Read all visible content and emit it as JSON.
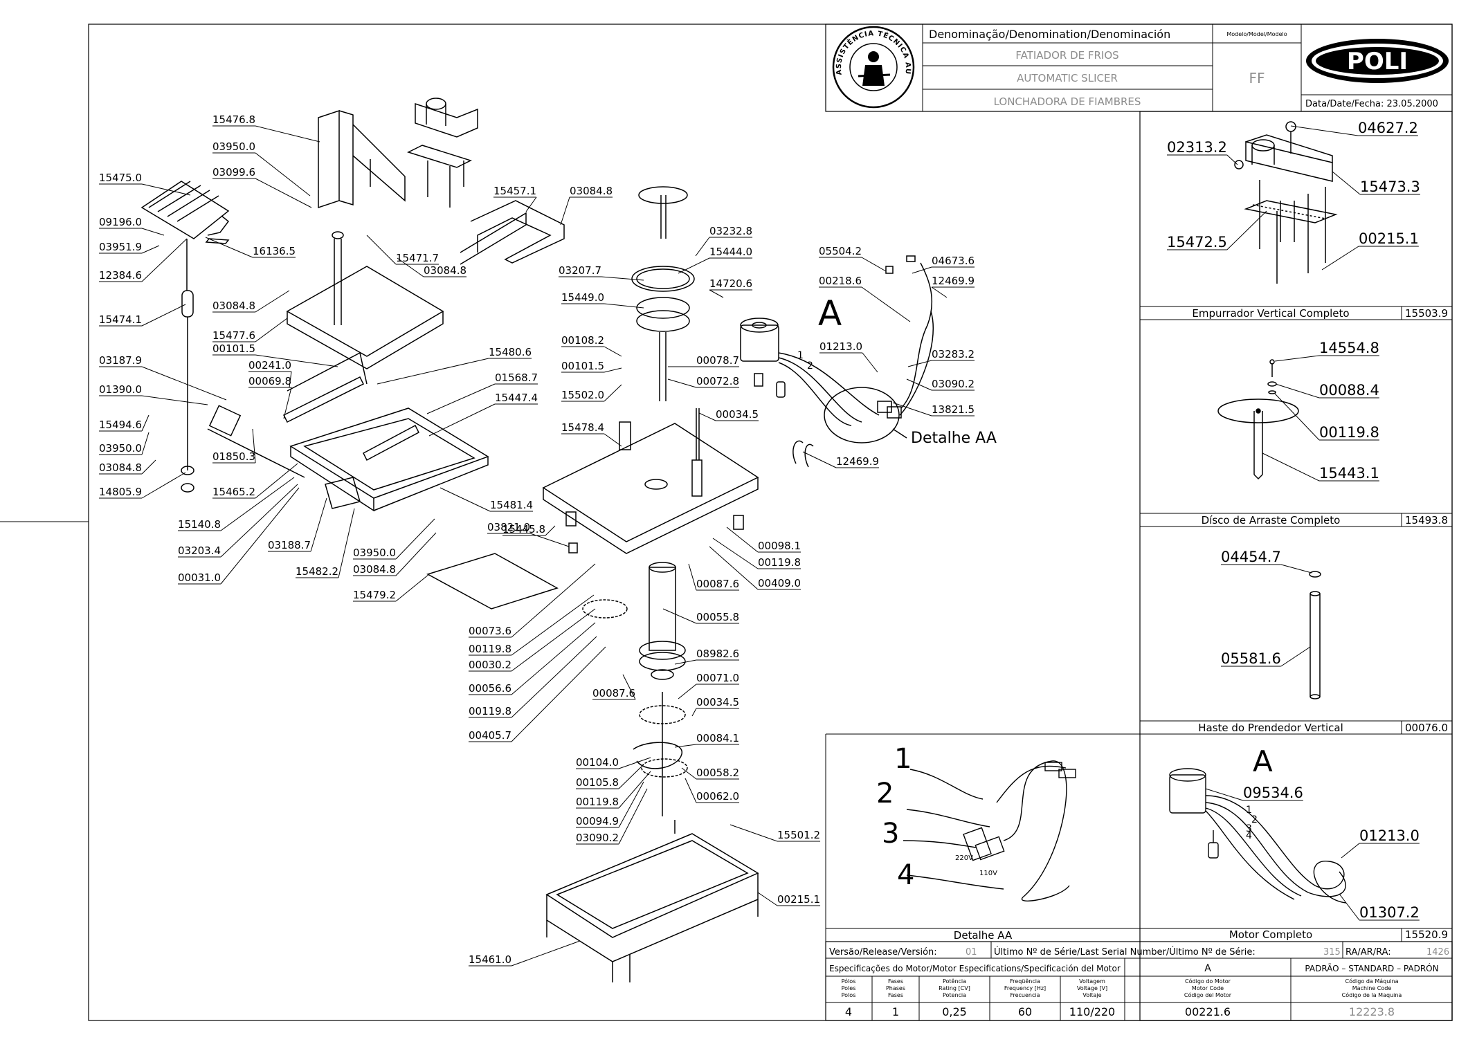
{
  "title_block": {
    "denomination_header": "Denominação/Denomination/Denominación",
    "name_pt": "FATIADOR DE FRIOS",
    "name_en": "AUTOMATIC SLICER",
    "name_es": "LONCHADORA DE FIAMBRES",
    "model_header": "Modelo/Model/Modelo",
    "model": "FF",
    "brand": "POLI",
    "date": "Data/Date/Fecha: 23.05.2000",
    "seal_text": "ASSISTÊNCIA TÉCNICA AUTORIZADA"
  },
  "sub_assemblies": [
    {
      "title": "Empurrador Vertical Completo",
      "code": "15503.9",
      "labels": [
        "02313.2",
        "04627.2",
        "15473.3",
        "15472.5",
        "00215.1"
      ]
    },
    {
      "title": "Dísco de Arraste Completo",
      "code": "15493.8",
      "labels": [
        "14554.8",
        "00088.4",
        "00119.8",
        "15443.1"
      ]
    },
    {
      "title": "Haste do Prendedor Vertical",
      "code": "00076.0",
      "labels": [
        "04454.7",
        "05581.6"
      ]
    },
    {
      "title": "Motor Completo",
      "code": "15520.9",
      "labels": [
        "A",
        "09534.6",
        "01213.0",
        "01307.2",
        "1",
        "2",
        "3",
        "4"
      ]
    }
  ],
  "detail_aa": {
    "title": "Detalhe AA",
    "wire_numbers": [
      "1",
      "2",
      "3",
      "4"
    ],
    "voltage_labels": [
      "220V",
      "110V"
    ]
  },
  "main_labels": {
    "detail_marker": "A",
    "detail_callout": "Detalhe AA",
    "wire_numbers": [
      "1",
      "2"
    ],
    "parts": [
      "15476.8",
      "03950.0",
      "03099.6",
      "15475.0",
      "09196.0",
      "03951.9",
      "12384.6",
      "16136.5",
      "15474.1",
      "03084.8",
      "15477.6",
      "00101.5",
      "00241.0",
      "00069.8",
      "03187.9",
      "01390.0",
      "15494.6",
      "03950.0",
      "03084.8",
      "14805.9",
      "01850.3",
      "15465.2",
      "15140.8",
      "03203.4",
      "00031.0",
      "03188.7",
      "15482.2",
      "03950.0",
      "03084.8",
      "15479.2",
      "15471.7",
      "03084.8",
      "15457.1",
      "03084.8",
      "15480.6",
      "01568.7",
      "15447.4",
      "15481.4",
      "15445.8",
      "03821.0",
      "00073.6",
      "00119.8",
      "00030.2",
      "00056.6",
      "00119.8",
      "00405.7",
      "00087.6",
      "00055.8",
      "08982.6",
      "00071.0",
      "00034.5",
      "00084.1",
      "00104.0",
      "00105.8",
      "00119.8",
      "00094.9",
      "03090.2",
      "00058.2",
      "00062.0",
      "15501.2",
      "00215.1",
      "15461.0",
      "03232.8",
      "15444.0",
      "03207.7",
      "15449.0",
      "14720.6",
      "00108.2",
      "00101.5",
      "15502.0",
      "00078.7",
      "00072.8",
      "15478.4",
      "00034.5",
      "00098.1",
      "00119.8",
      "00409.0",
      "00087.6",
      "05504.2",
      "04673.6",
      "00218.6",
      "12469.9",
      "01213.0",
      "03283.2",
      "03090.2",
      "13821.5",
      "12469.9"
    ]
  },
  "specs": {
    "version_label": "Versão/Release/Versión:",
    "version": "01",
    "serial_label": "Último Nº de Série/Last Serial Number/Último Nº de Série:",
    "serial": "315",
    "ra_label": "RA/AR/RA:",
    "ra": "1426",
    "motor_spec_title": "Especificações do Motor/Motor Especifications/Specificación del Motor",
    "motor_letter": "A",
    "standard": "PADRÃO  –  STANDARD  –  PADRÓN",
    "headers": [
      [
        "Pólos",
        "Poles",
        "Polos"
      ],
      [
        "Fases",
        "Phases",
        "Fases"
      ],
      [
        "Potência",
        "Rating [CV]",
        "Potencia"
      ],
      [
        "Freqüência",
        "Frequency [Hz]",
        "Frecuencia"
      ],
      [
        "Voltagem",
        "Voltage [V]",
        "Voltaje"
      ],
      [
        "Código do Motor",
        "Motor Code",
        "Código del Motor"
      ],
      [
        "Código da Máquina",
        "Machine Code",
        "Código de la Maquina"
      ]
    ],
    "values": [
      "4",
      "1",
      "0,25",
      "60",
      "110/220",
      "00221.6",
      "12223.8"
    ]
  }
}
